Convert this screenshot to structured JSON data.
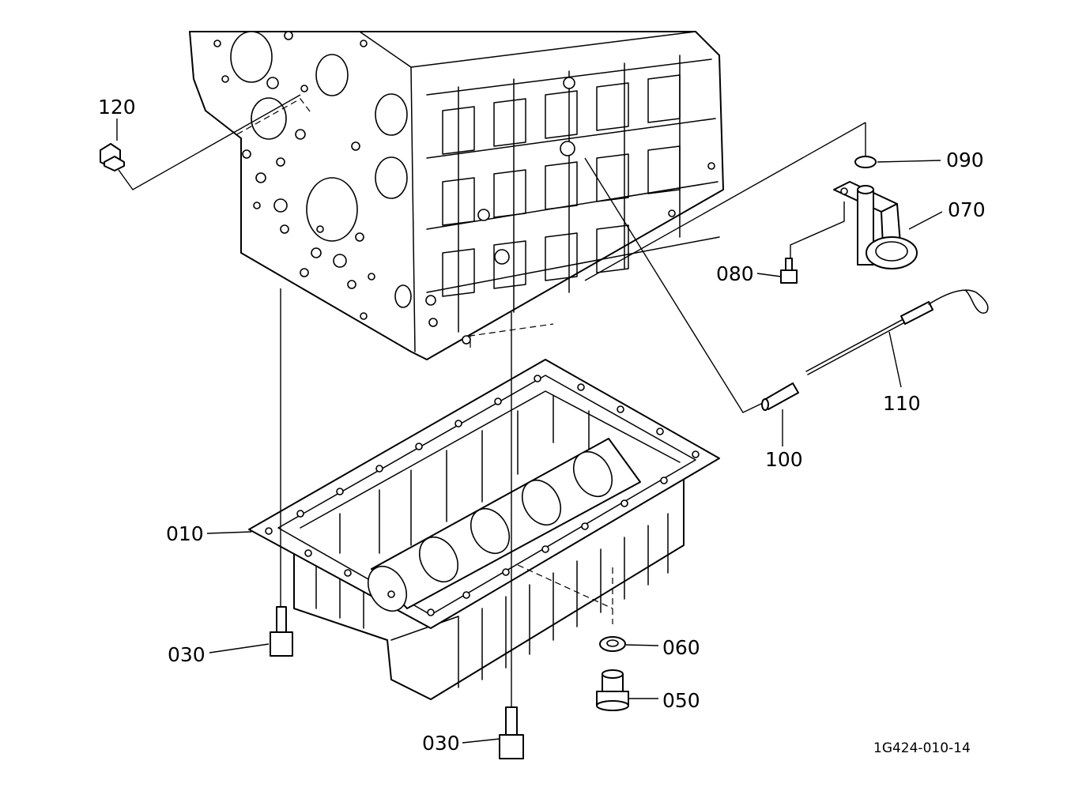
{
  "labels": {
    "p010": "010",
    "p030a": "030",
    "p030b": "030",
    "p050": "050",
    "p060": "060",
    "p070": "070",
    "p080": "080",
    "p090": "090",
    "p100": "100",
    "p110": "110",
    "p120": "120"
  },
  "diagram_code": "1G424-010-14",
  "colors": {
    "line": "#000000",
    "background": "#ffffff"
  }
}
